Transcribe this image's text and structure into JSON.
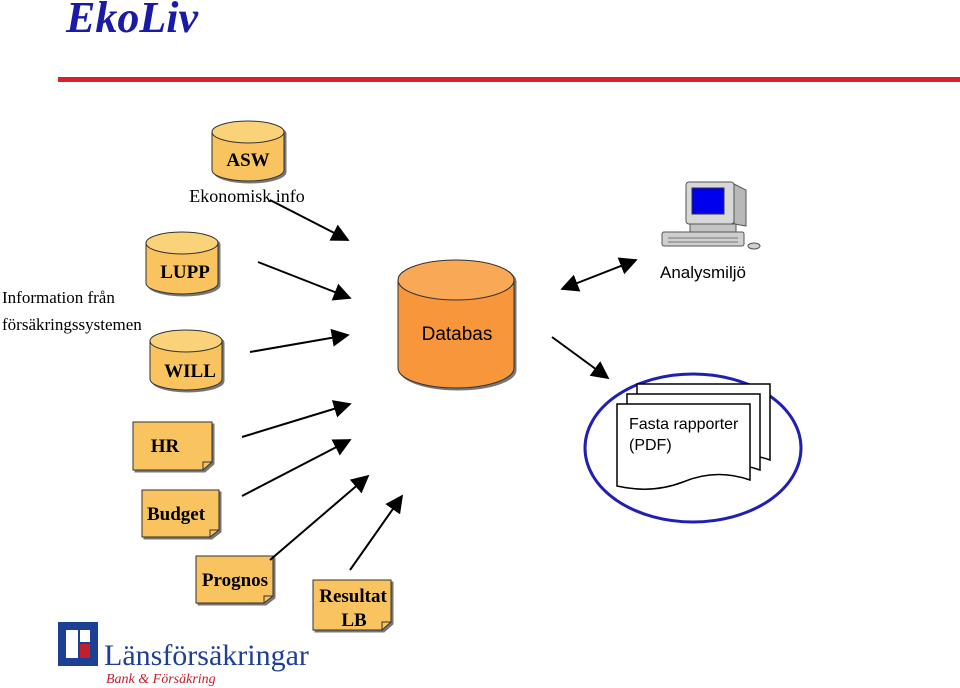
{
  "slide": {
    "title": "EkoLiv",
    "accent_color": "#d92027",
    "title_color": "#1a1aa6"
  },
  "sources": {
    "asw": {
      "label": "ASW",
      "caption": "Ekonomisk info"
    },
    "lupp": {
      "label": "LUPP"
    },
    "info_caption_line1": "Information från",
    "info_caption_line2": "försäkringssystemen",
    "will": {
      "label": "WILL"
    },
    "hr": {
      "label": "HR"
    },
    "budget": {
      "label": "Budget"
    },
    "prognos": {
      "label": "Prognos"
    },
    "resultat": {
      "label_line1": "Resultat",
      "label_line2": "LB"
    }
  },
  "database": {
    "label": "Databas",
    "color": "#f7963b"
  },
  "analysis": {
    "label": "Analysmiljö",
    "icon": "computer-icon"
  },
  "reports": {
    "label_line1": "Fasta rapporter",
    "label_line2": "(PDF)",
    "ellipse_color": "#1f1fb4"
  },
  "logo": {
    "name": "Länsförsäkringar",
    "tagline": "Bank & Försäkring",
    "color": "#1d3f94",
    "tagline_color": "#c0202a"
  },
  "colors": {
    "source_fill": "#f9c45e",
    "arrow": "#000000"
  }
}
